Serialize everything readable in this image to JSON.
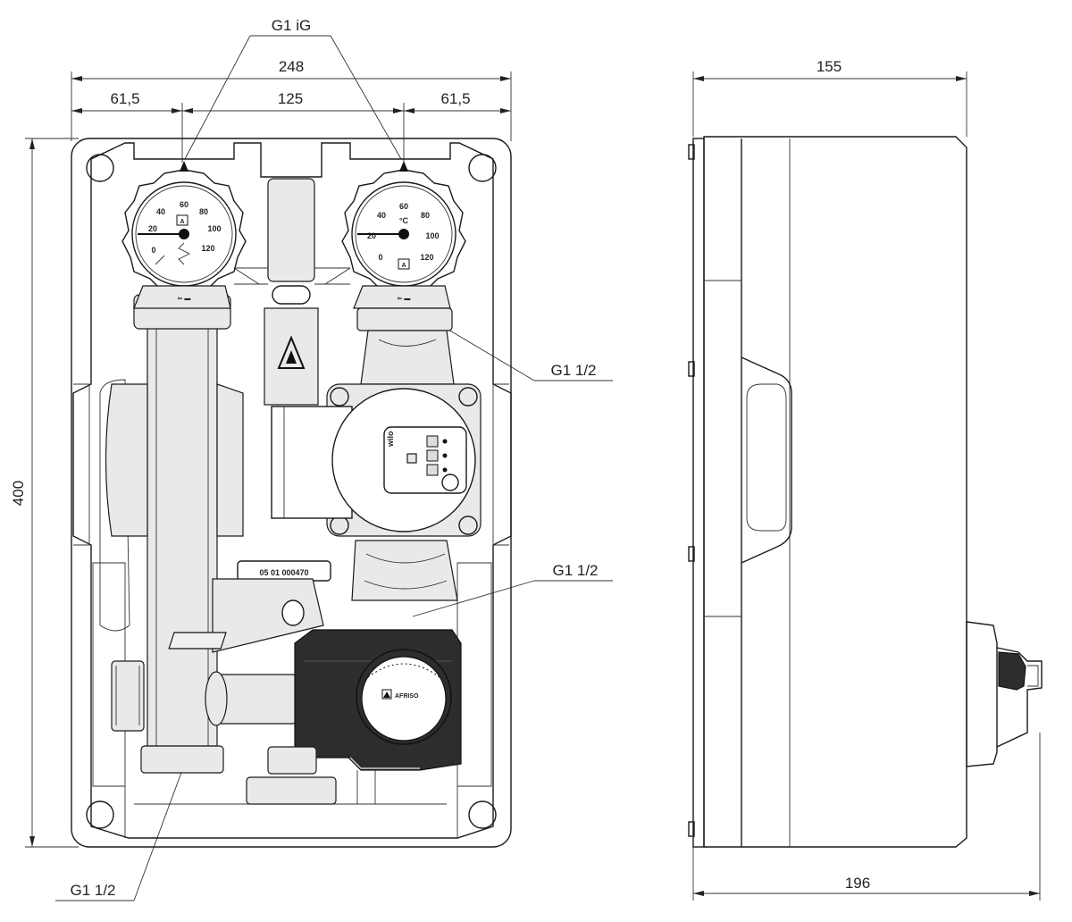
{
  "dimensions": {
    "total_width": "248",
    "left_offset": "61,5",
    "center_distance": "125",
    "right_offset": "61,5",
    "height": "400",
    "side_depth": "155",
    "side_total_depth": "196"
  },
  "callouts": {
    "top_thread": "G1 iG",
    "pump_connection": "G1 1/2",
    "valve_connection": "G1 1/2",
    "bottom_connection": "G1 1/2"
  },
  "gauges": {
    "left": {
      "scale": [
        "0",
        "20",
        "40",
        "60",
        "80",
        "100",
        "120"
      ],
      "brand_mark": "A"
    },
    "right": {
      "scale": [
        "0",
        "20",
        "40",
        "60",
        "80",
        "100",
        "120"
      ],
      "unit": "°C",
      "brand_mark": "A"
    }
  },
  "pump": {
    "brand": "wilo"
  },
  "serial_plate": "05 01 000470",
  "actuator": {
    "brand": "AFRISO"
  },
  "icons": {
    "brand_logo": "afriso-triangle-logo-icon",
    "gauge": "thermometer-dial-icon",
    "flow_arrow": "flow-arrow-icon"
  }
}
